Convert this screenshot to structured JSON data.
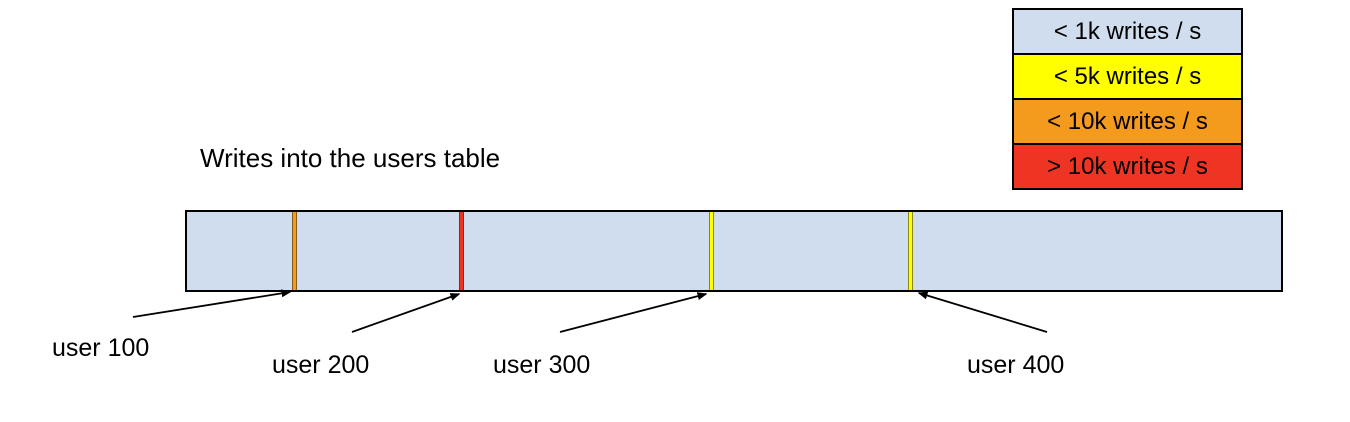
{
  "diagram": {
    "title": "Writes into the users table",
    "bar": {
      "fill": "#cfddee",
      "ticks": [
        {
          "name": "user 100",
          "rate_bucket": "< 10k writes / s",
          "color": "#f49a1d",
          "position_pct": 9.9
        },
        {
          "name": "user 200",
          "rate_bucket": "> 10k writes / s",
          "color": "#ee3524",
          "position_pct": 25.1
        },
        {
          "name": "user 300",
          "rate_bucket": "< 5k writes / s",
          "color": "#ffff00",
          "position_pct": 48.0
        },
        {
          "name": "user 400",
          "rate_bucket": "< 5k writes / s",
          "color": "#ffff00",
          "position_pct": 66.2
        }
      ]
    },
    "annotations": [
      {
        "label": "user 100"
      },
      {
        "label": "user 200"
      },
      {
        "label": "user 300"
      },
      {
        "label": "user 400"
      }
    ],
    "legend": {
      "items": [
        {
          "label": "< 1k writes / s",
          "color": "#cfddee"
        },
        {
          "label": "< 5k writes / s",
          "color": "#ffff00"
        },
        {
          "label": "< 10k writes / s",
          "color": "#f49a1d"
        },
        {
          "label": "> 10k writes / s",
          "color": "#ee3524"
        }
      ]
    }
  }
}
